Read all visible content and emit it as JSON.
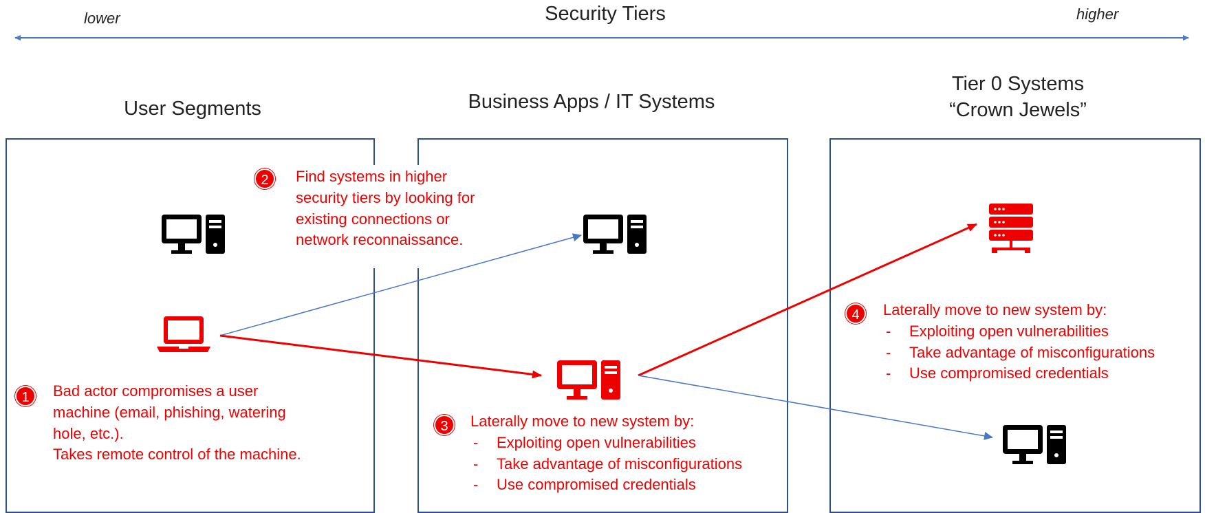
{
  "axis": {
    "title": "Security Tiers",
    "low_label": "lower",
    "high_label": "higher"
  },
  "tiers": [
    {
      "title_lines": [
        "User Segments"
      ]
    },
    {
      "title_lines": [
        "Business Apps / IT Systems"
      ]
    },
    {
      "title_lines": [
        "Tier 0 Systems",
        "“Crown Jewels”"
      ]
    }
  ],
  "steps": [
    {
      "number": "1",
      "lines": [
        "Bad actor compromises a user",
        "machine (email, phishing, watering",
        "hole, etc.).",
        "Takes remote control of the machine."
      ]
    },
    {
      "number": "2",
      "lines": [
        "Find systems in higher",
        "security tiers by looking for",
        "existing connections or",
        "network reconnaissance."
      ]
    },
    {
      "number": "3",
      "heading": "Laterally move to new system by:",
      "bullets": [
        "Exploiting open vulnerabilities",
        "Take advantage of misconfigurations",
        "Use compromised credentials"
      ]
    },
    {
      "number": "4",
      "heading": "Laterally move to new system by:",
      "bullets": [
        "Exploiting open vulnerabilities",
        "Take advantage of misconfigurations",
        "Use compromised credentials"
      ]
    }
  ],
  "icons": {
    "user_desktop": "desktop-computer-icon",
    "compromised_laptop": "laptop-icon",
    "business_desktop": "desktop-computer-icon",
    "compromised_desktop": "desktop-computer-icon",
    "crown_server": "server-rack-icon",
    "crown_desktop": "desktop-computer-icon"
  },
  "colors": {
    "attack": "#ee0000",
    "connection": "#4a78c2",
    "box_border": "#2f4f8a",
    "device": "#000000"
  }
}
